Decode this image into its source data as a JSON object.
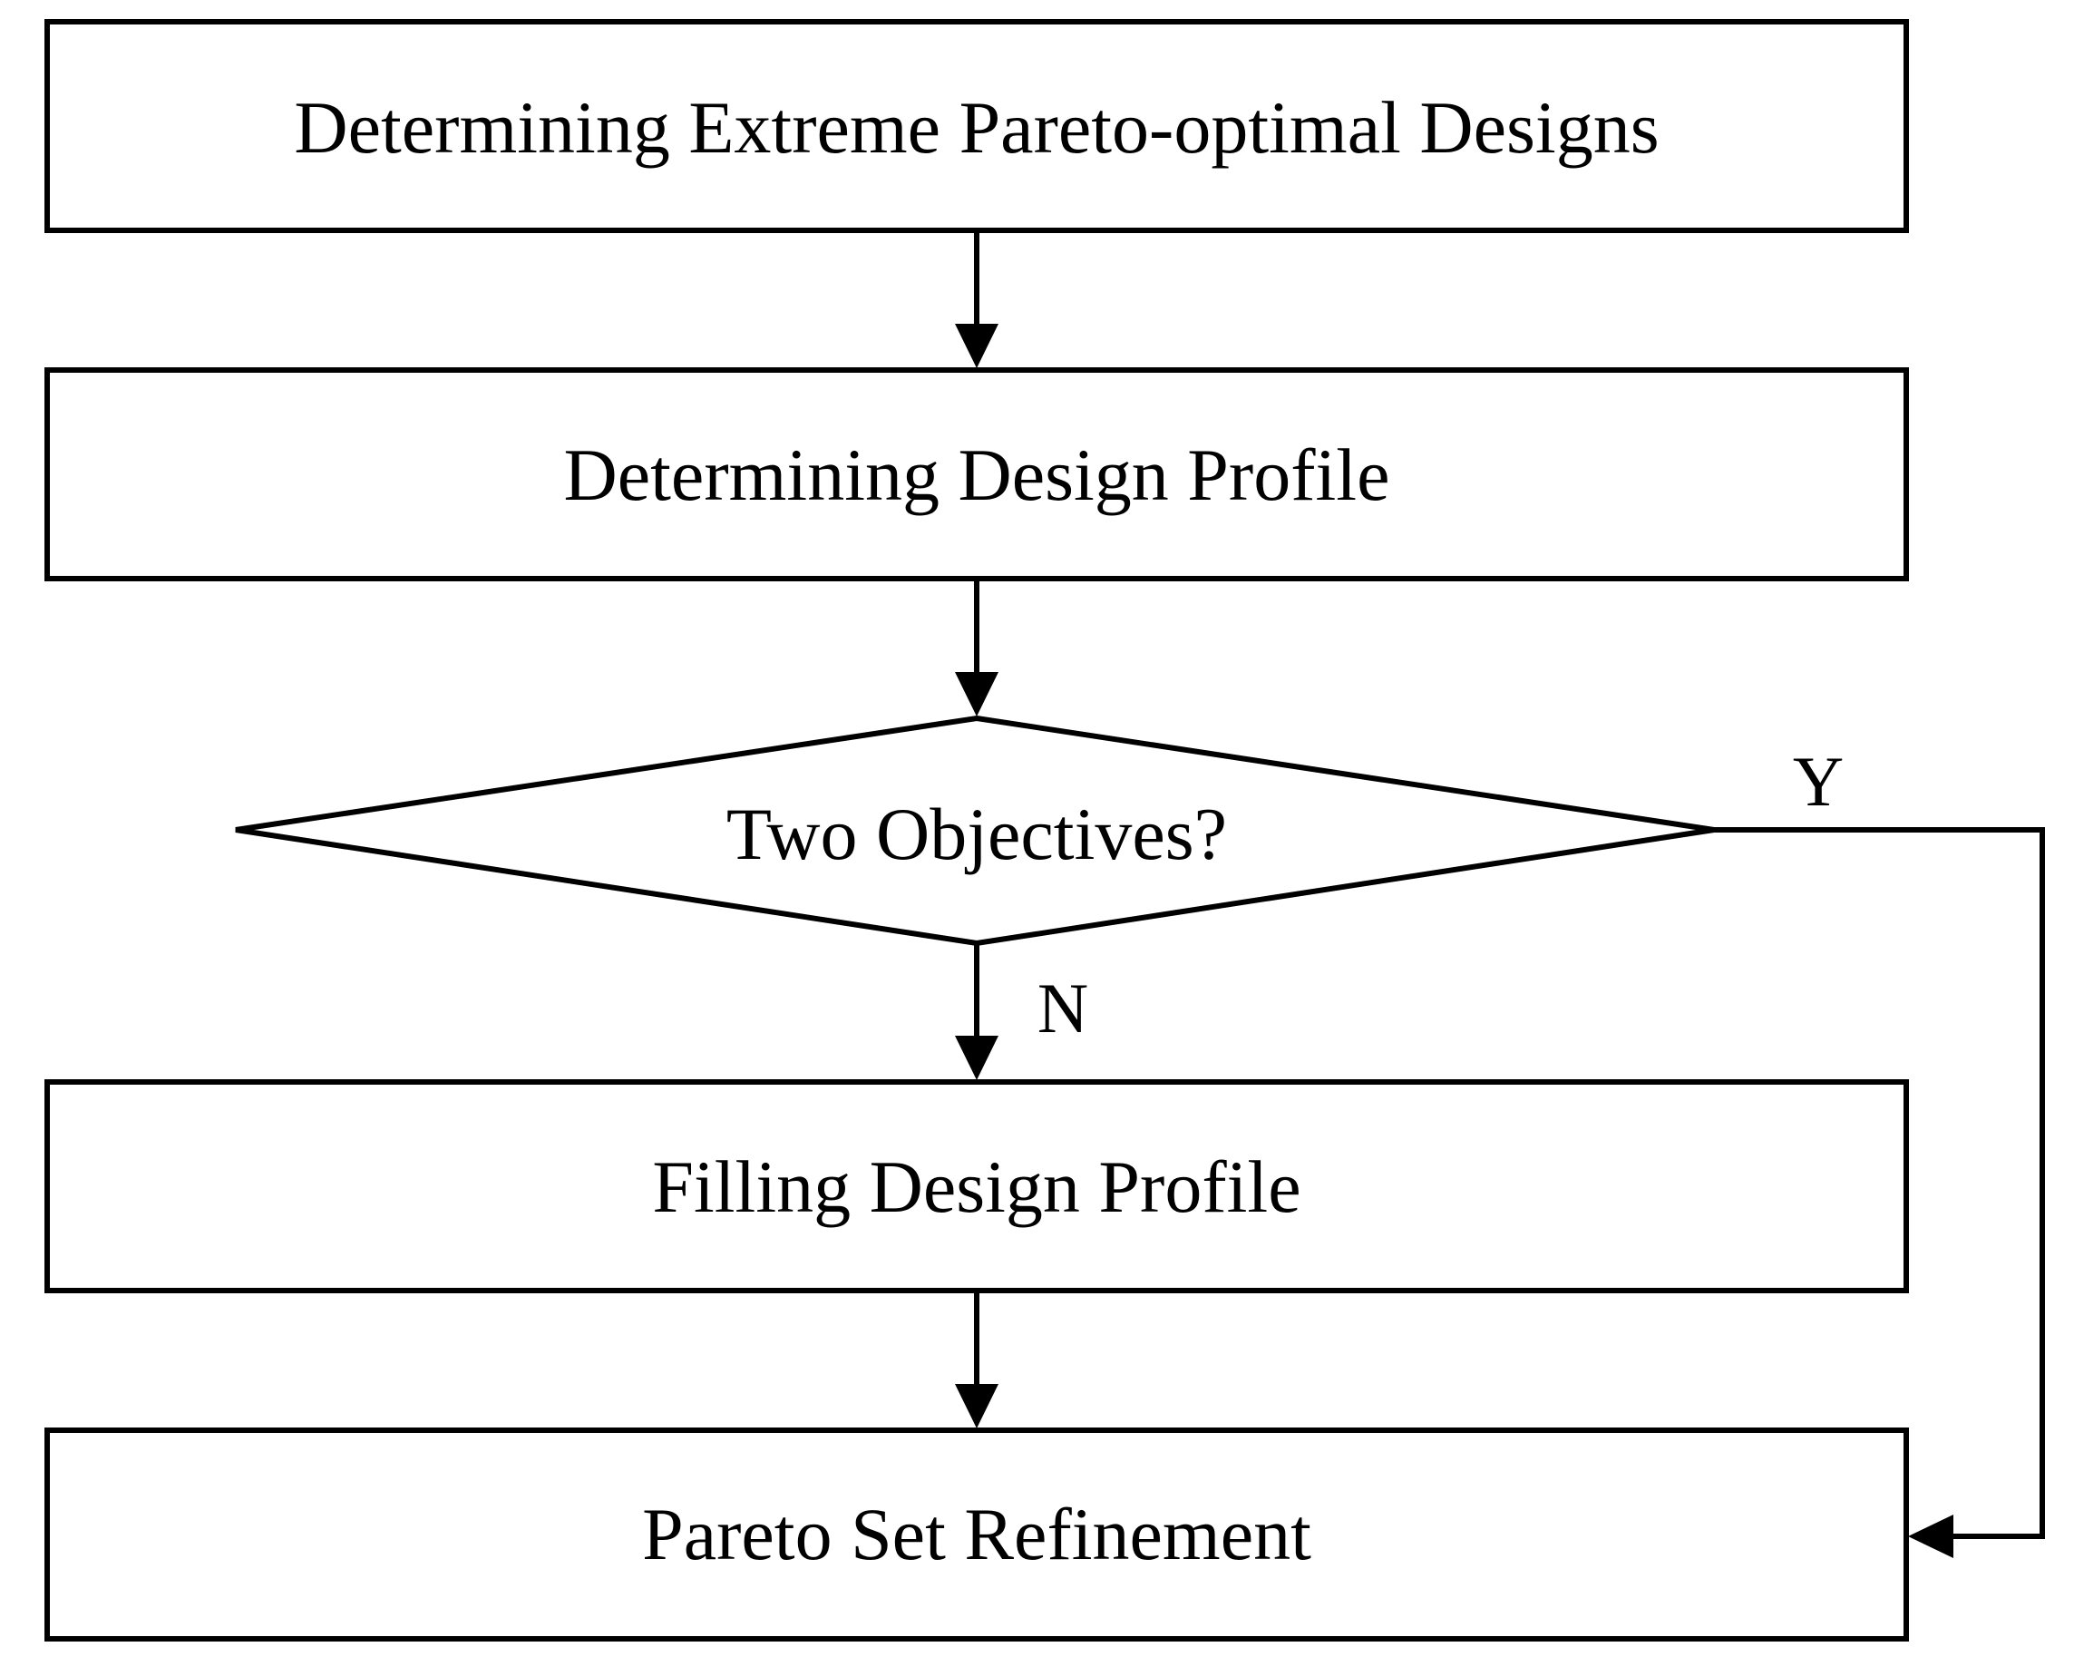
{
  "flowchart": {
    "steps": [
      {
        "label": "Determining Extreme Pareto-optimal Designs"
      },
      {
        "label": "Determining Design Profile"
      },
      {
        "label": "Filling Design Profile"
      },
      {
        "label": "Pareto Set Refinement"
      }
    ],
    "decision": {
      "label": "Two Objectives?",
      "yes_label": "Y",
      "no_label": "N"
    },
    "colors": {
      "line": "#000000",
      "background": "#ffffff",
      "text": "#000000"
    }
  }
}
